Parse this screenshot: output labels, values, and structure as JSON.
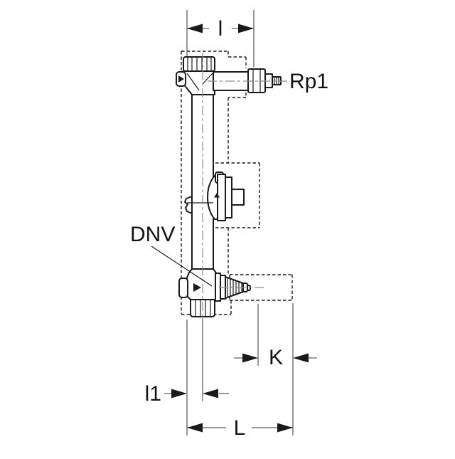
{
  "figure": {
    "type": "technical-dimension-drawing",
    "labels": {
      "dim_width_top": "l",
      "inlet_thread": "Rp1",
      "drain_valve": "DNV",
      "dim_k": "K",
      "dim_l1": "l1",
      "dim_length": "L"
    },
    "colors": {
      "line": "#1a1a1a",
      "dimension": "#606060",
      "centerline": "#8c8c8c",
      "background": "#ffffff"
    }
  }
}
